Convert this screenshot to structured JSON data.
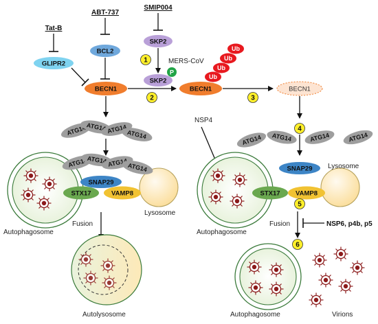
{
  "inhibitors": {
    "tat_b": "Tat-B",
    "abt_737": "ABT-737",
    "smip004": "SMIP004",
    "nsp6_group": "NSP6, p4b, p5"
  },
  "proteins": {
    "glipr2": "GLIPR2",
    "bcl2": "BCL2",
    "skp2": "SKP2",
    "skp2_active": "SKP2",
    "phospho": "P",
    "becn1_left": "BECN1",
    "becn1_ub": "BECN1",
    "becn1_degraded": "BECN1",
    "ub": "Ub",
    "atg14": "ATG14",
    "snap29": "SNAP29",
    "stx17": "STX17",
    "vamp8": "VAMP8"
  },
  "labels": {
    "mers_cov": "MERS-CoV",
    "nsp4": "NSP4",
    "fusion": "Fusion",
    "autophagosome": "Autophagosome",
    "lysosome": "Lysosome",
    "autolysosome": "Autolysosome",
    "virions": "Virions"
  },
  "steps": [
    "1",
    "2",
    "3",
    "4",
    "5",
    "6"
  ],
  "colors": {
    "becn1": "#f07d2d",
    "skp2": "#b9a0d8",
    "bcl2": "#6fa8dc",
    "glipr2": "#7fd3f0",
    "ub": "#e8191f",
    "phospho": "#22a447",
    "atg14": "#9e9e9e",
    "snap29": "#3d85c6",
    "stx17": "#6aa84f",
    "vamp8": "#f1c232",
    "step_marker": "#ffef2b",
    "lysosome": "#fde9b8",
    "autophagosome": "#eef6e4",
    "virion": "#8b1a1a"
  }
}
